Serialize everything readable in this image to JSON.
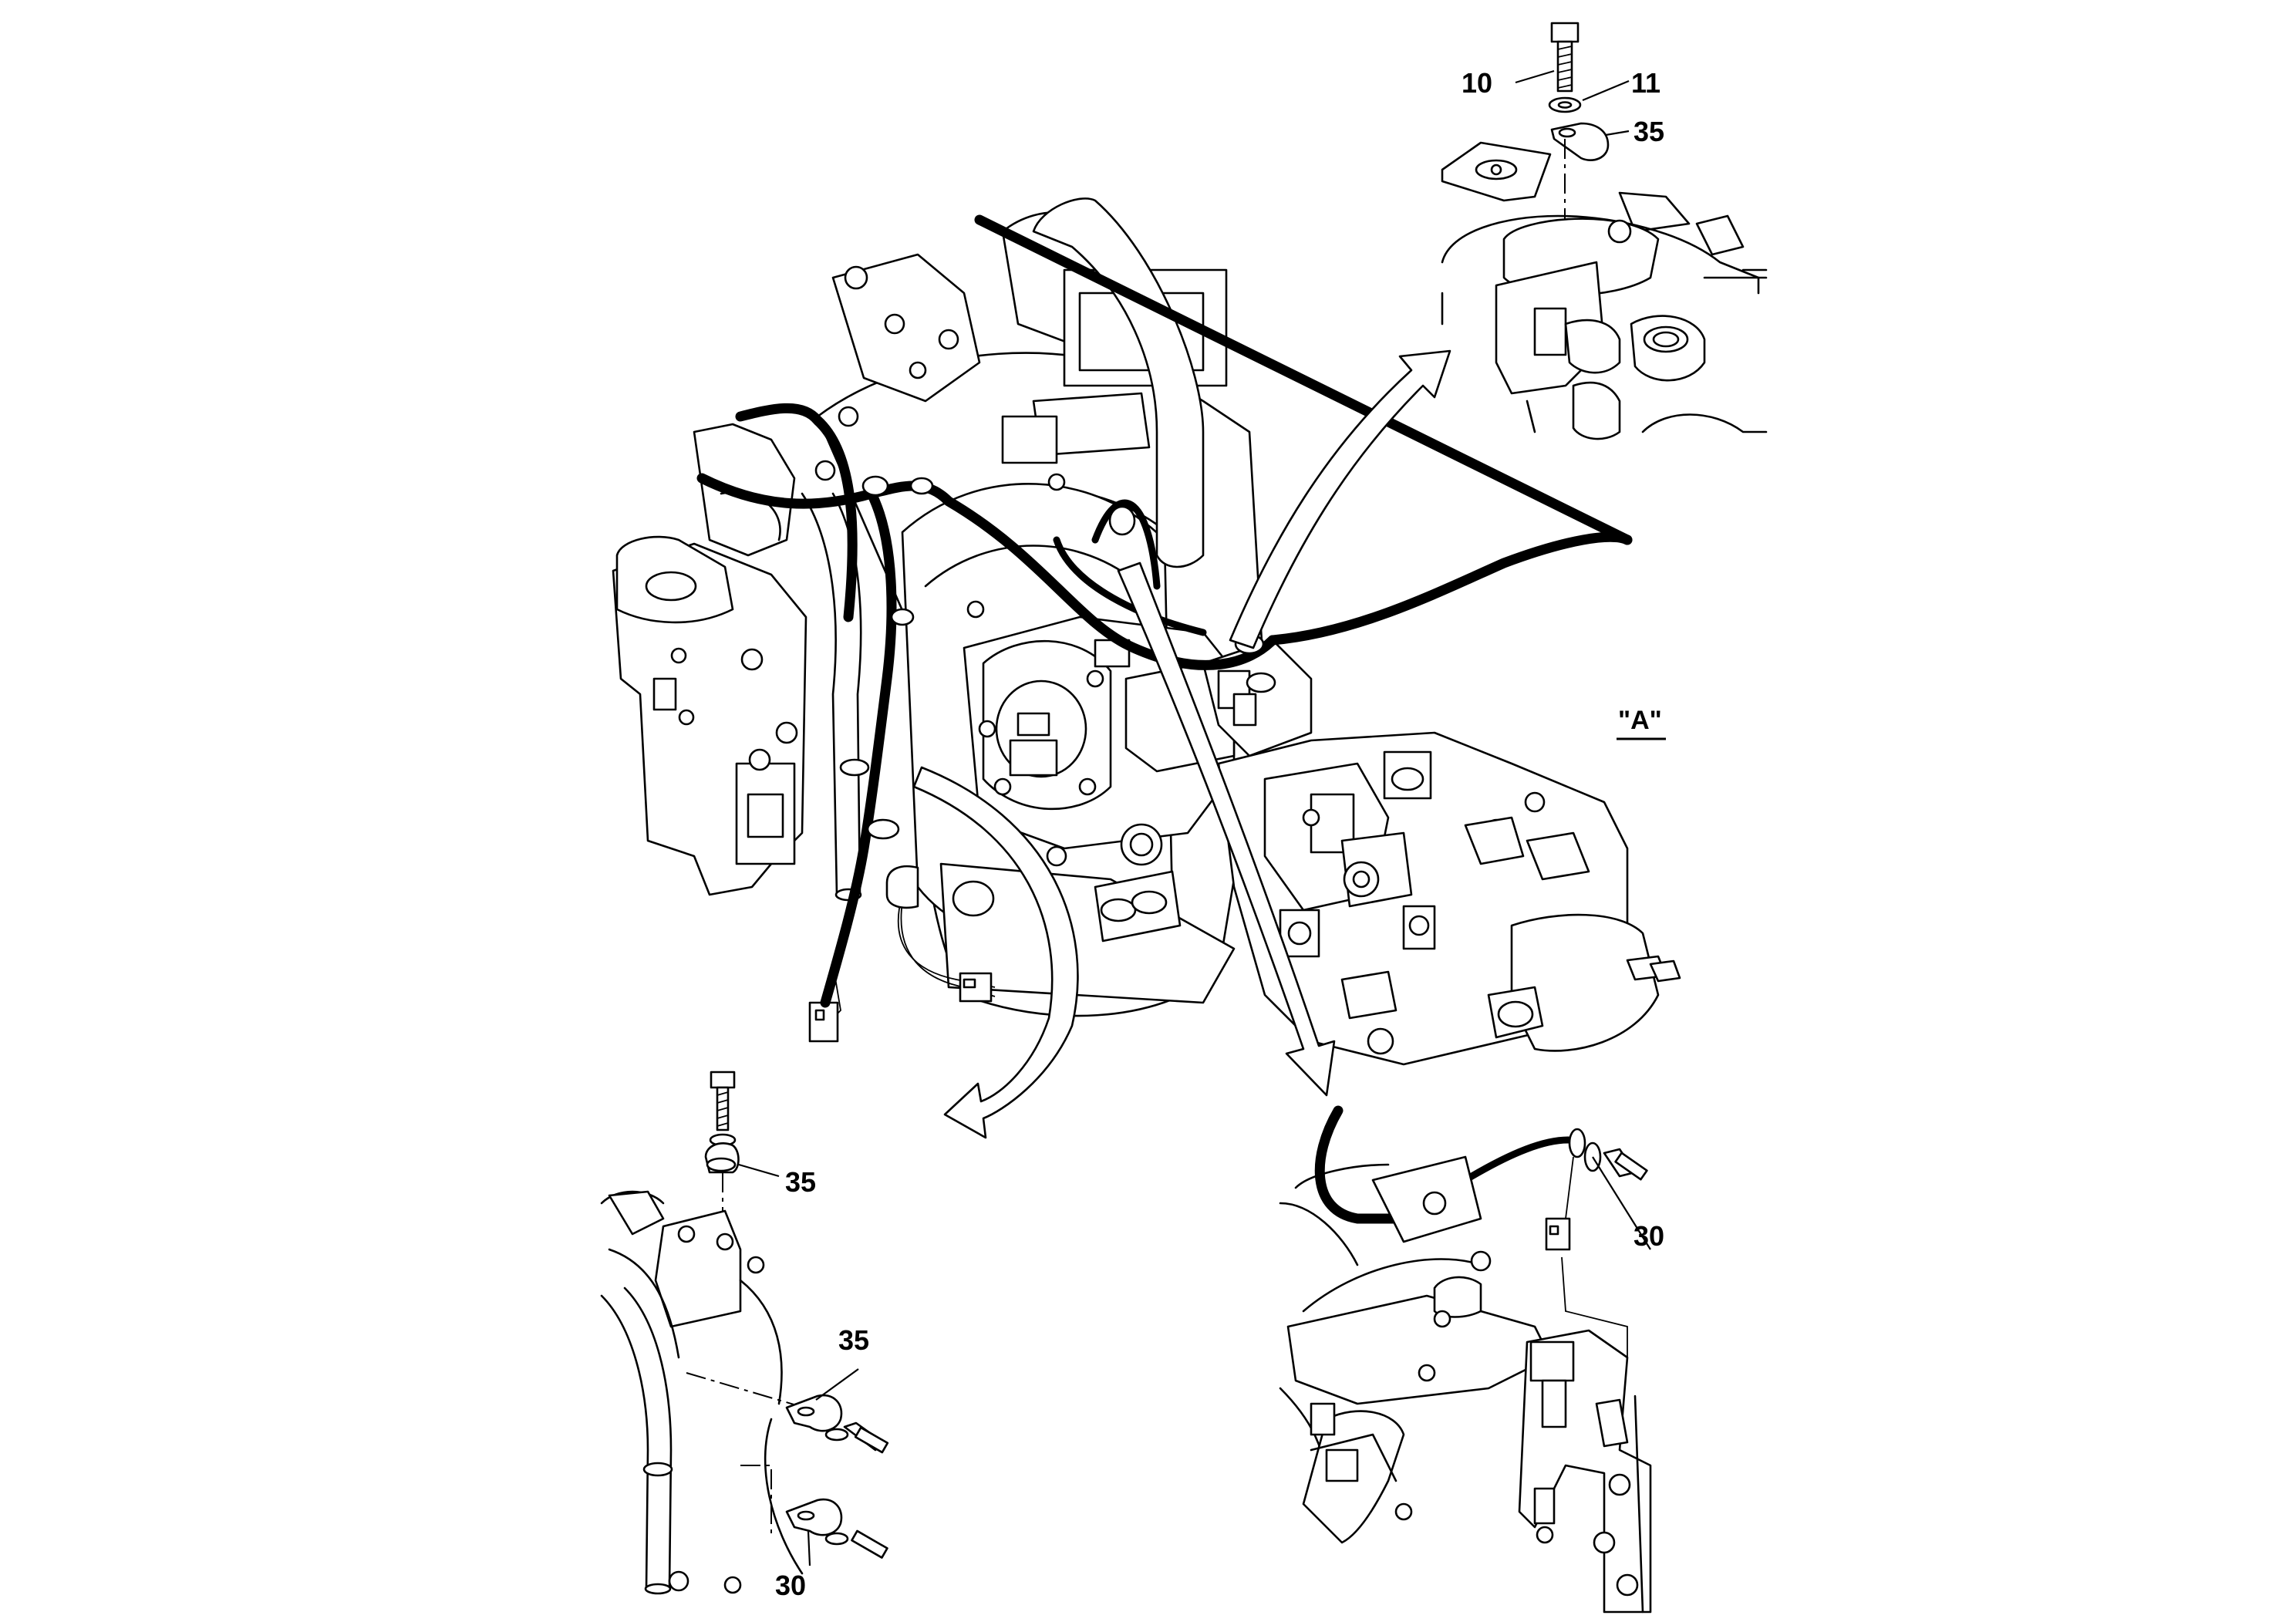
{
  "callouts": {
    "top_right_10": "10",
    "top_right_11": "11",
    "top_right_35": "35",
    "bottom_left_35_upper": "35",
    "bottom_left_35_lower": "35",
    "bottom_left_30": "30",
    "bottom_right_30": "30"
  },
  "view_label": "\"A\""
}
